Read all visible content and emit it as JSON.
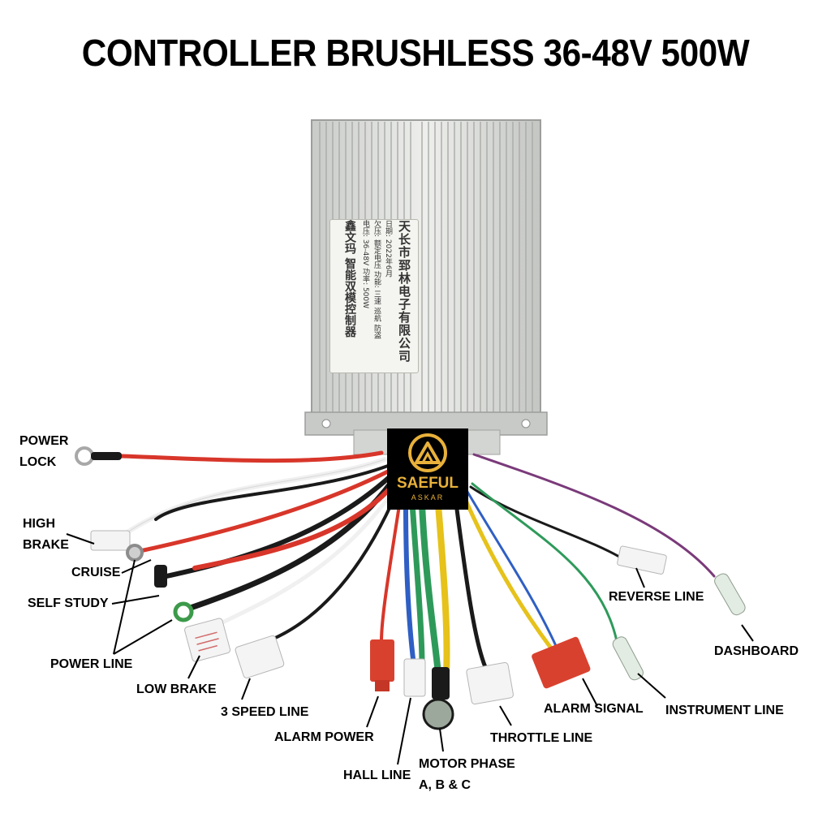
{
  "title": "CONTROLLER BRUSHLESS 36-48V 500W",
  "logo": {
    "brand": "SAEFUL",
    "sub": "ASKAR",
    "color": "#e8b13a"
  },
  "device_label": {
    "line1": "鑫文玛 智能双模控制器",
    "line2": "电压: 36-48V 功率: 500W",
    "line3": "欠压: 额定电压 功能: 三速 巡航 防盗",
    "line4": "日期: 2022年6月",
    "line5": "天长市郅林电子有限公司"
  },
  "callouts": {
    "power_lock": [
      "POWER",
      "LOCK"
    ],
    "high_brake": [
      "HIGH",
      "BRAKE"
    ],
    "cruise": "CRUISE",
    "self_study": "SELF STUDY",
    "power_line": "POWER LINE",
    "low_brake": "LOW BRAKE",
    "speed_line": "3 SPEED LINE",
    "alarm_power": "ALARM POWER",
    "hall_line": "HALL LINE",
    "motor_phase": [
      "MOTOR PHASE",
      "A, B & C"
    ],
    "throttle_line": "THROTTLE LINE",
    "alarm_signal": "ALARM SIGNAL",
    "instrument_line": "INSTRUMENT LINE",
    "reverse_line": "REVERSE LINE",
    "dashboard": "DASHBOARD"
  },
  "colors": {
    "red_wire": "#d8362a",
    "black_wire": "#1a1a1a",
    "white_wire": "#f0f0f0",
    "green_wire": "#2e9a5a",
    "blue_wire": "#2f5fc4",
    "yellow_wire": "#e6c21a",
    "purple_wire": "#7a3a7a",
    "housing": "#d6d8d6",
    "connector_red": "#d9412f"
  }
}
